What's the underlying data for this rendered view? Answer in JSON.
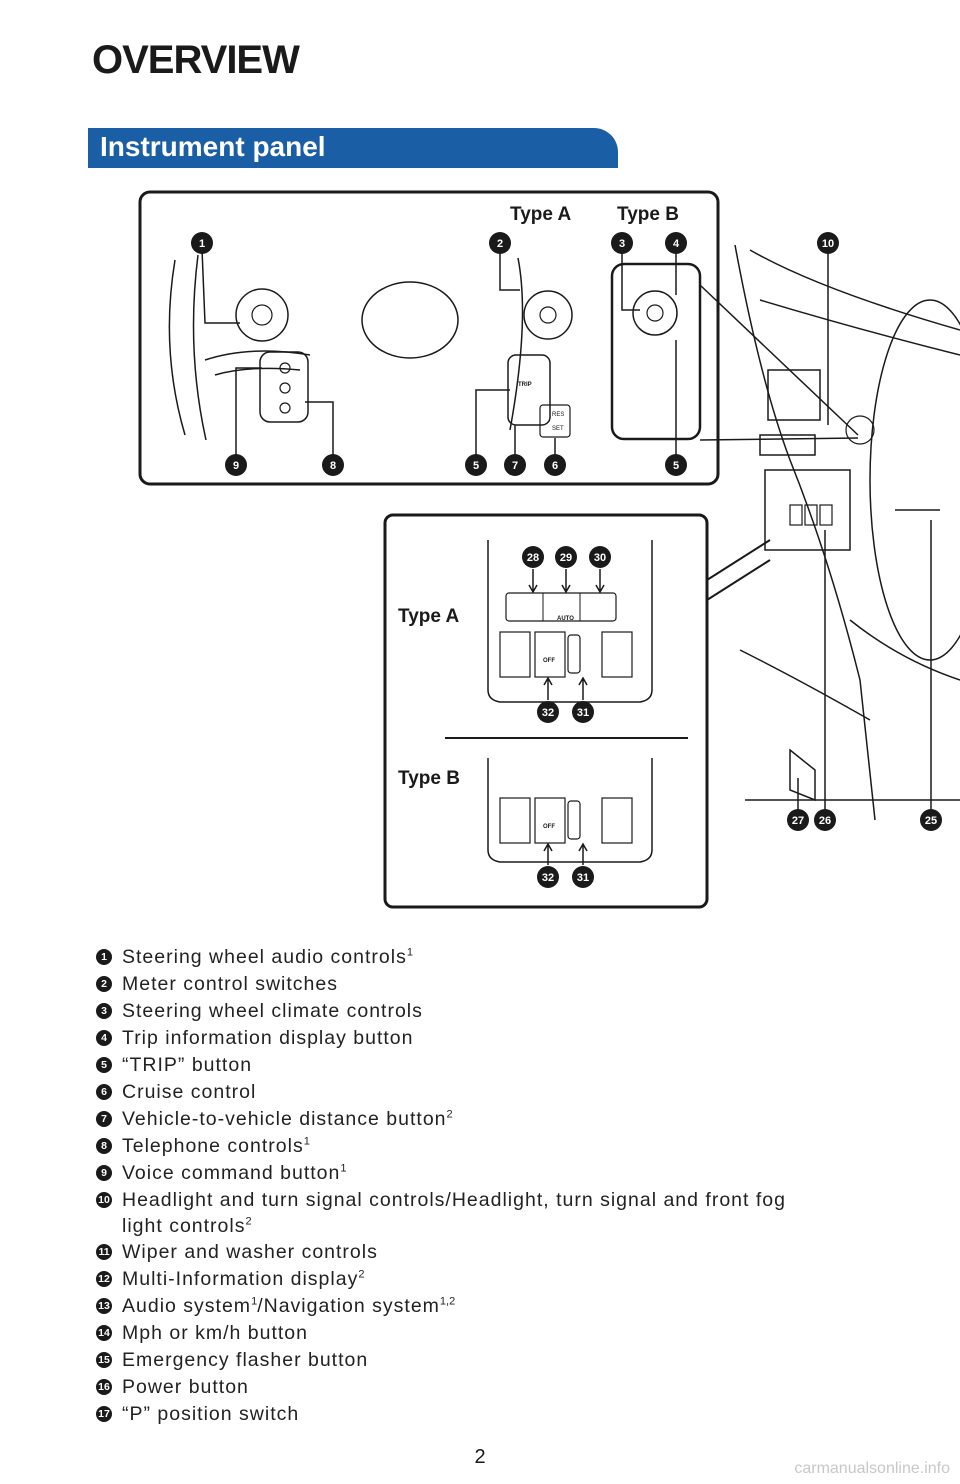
{
  "page": {
    "title": "OVERVIEW",
    "section": "Instrument panel",
    "page_number": "2",
    "watermark": "carmanualsonline.info"
  },
  "diagram": {
    "top_type_a": "Type A",
    "top_type_b": "Type B",
    "mid_type_a": "Type A",
    "mid_type_b": "Type B",
    "trip_label": "TRIP",
    "res_label": "RES",
    "set_label": "SET",
    "auto_label": "AUTO",
    "off_label": "OFF",
    "off_label_b": "OFF",
    "callouts": {
      "c1": "1",
      "c2": "2",
      "c3": "3",
      "c4": "4",
      "c5a": "5",
      "c5b": "5",
      "c6": "6",
      "c7": "7",
      "c8": "8",
      "c9": "9",
      "c10": "10",
      "c25": "25",
      "c26": "26",
      "c27": "27",
      "c28": "28",
      "c29": "29",
      "c30": "30",
      "c31a": "31",
      "c32a": "32",
      "c31b": "31",
      "c32b": "32"
    }
  },
  "legend": [
    {
      "num": "1",
      "text": "Steering wheel audio controls",
      "sup": "1"
    },
    {
      "num": "2",
      "text": "Meter control switches",
      "sup": ""
    },
    {
      "num": "3",
      "text": "Steering wheel climate controls",
      "sup": ""
    },
    {
      "num": "4",
      "text": "Trip information display button",
      "sup": ""
    },
    {
      "num": "5",
      "text": "“TRIP” button",
      "sup": ""
    },
    {
      "num": "6",
      "text": "Cruise control",
      "sup": ""
    },
    {
      "num": "7",
      "text": "Vehicle-to-vehicle distance button",
      "sup": "2"
    },
    {
      "num": "8",
      "text": "Telephone controls",
      "sup": "1"
    },
    {
      "num": "9",
      "text": "Voice command button",
      "sup": "1"
    },
    {
      "num": "10",
      "text": "Headlight and turn signal controls/Headlight, turn signal and front fog light controls",
      "sup": "2"
    },
    {
      "num": "11",
      "text": "Wiper and washer controls",
      "sup": ""
    },
    {
      "num": "12",
      "text": "Multi-Information display",
      "sup": "2"
    },
    {
      "num": "13",
      "text": "Audio system",
      "sup": "1",
      "text2": "/Navigation system",
      "sup2": "1,2"
    },
    {
      "num": "14",
      "text": "Mph or km/h button",
      "sup": ""
    },
    {
      "num": "15",
      "text": "Emergency flasher button",
      "sup": ""
    },
    {
      "num": "16",
      "text": "Power button",
      "sup": ""
    },
    {
      "num": "17",
      "text": "“P” position switch",
      "sup": ""
    }
  ]
}
